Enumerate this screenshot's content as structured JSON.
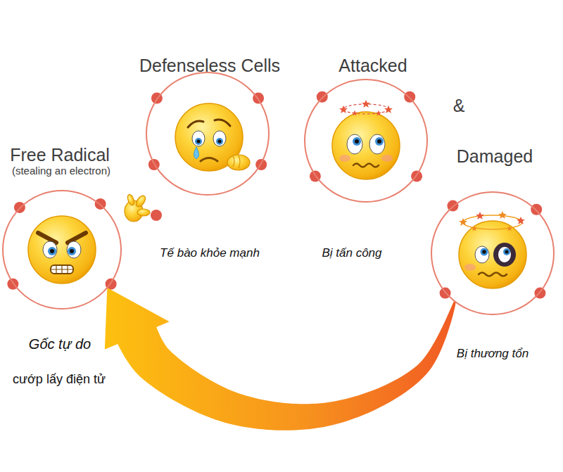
{
  "diagram": {
    "nodes": [
      {
        "text": [
          "Free Radical",
          "(stealing an electron)",
          "Gốc tự do",
          "cướp lấy điện tử"
        ]
      },
      {
        "text": [
          "Defenseless Cells",
          "Tế bào khỏe mạnh"
        ]
      },
      {
        "text": [
          "Attacked",
          "Bị tấn công"
        ]
      },
      {
        "text": [
          "Damaged",
          "Bị thương tổn"
        ]
      }
    ],
    "edges": [
      {
        "from": 3,
        "to": 0,
        "arrow": "to"
      }
    ],
    "labels": [
      "&"
    ]
  }
}
